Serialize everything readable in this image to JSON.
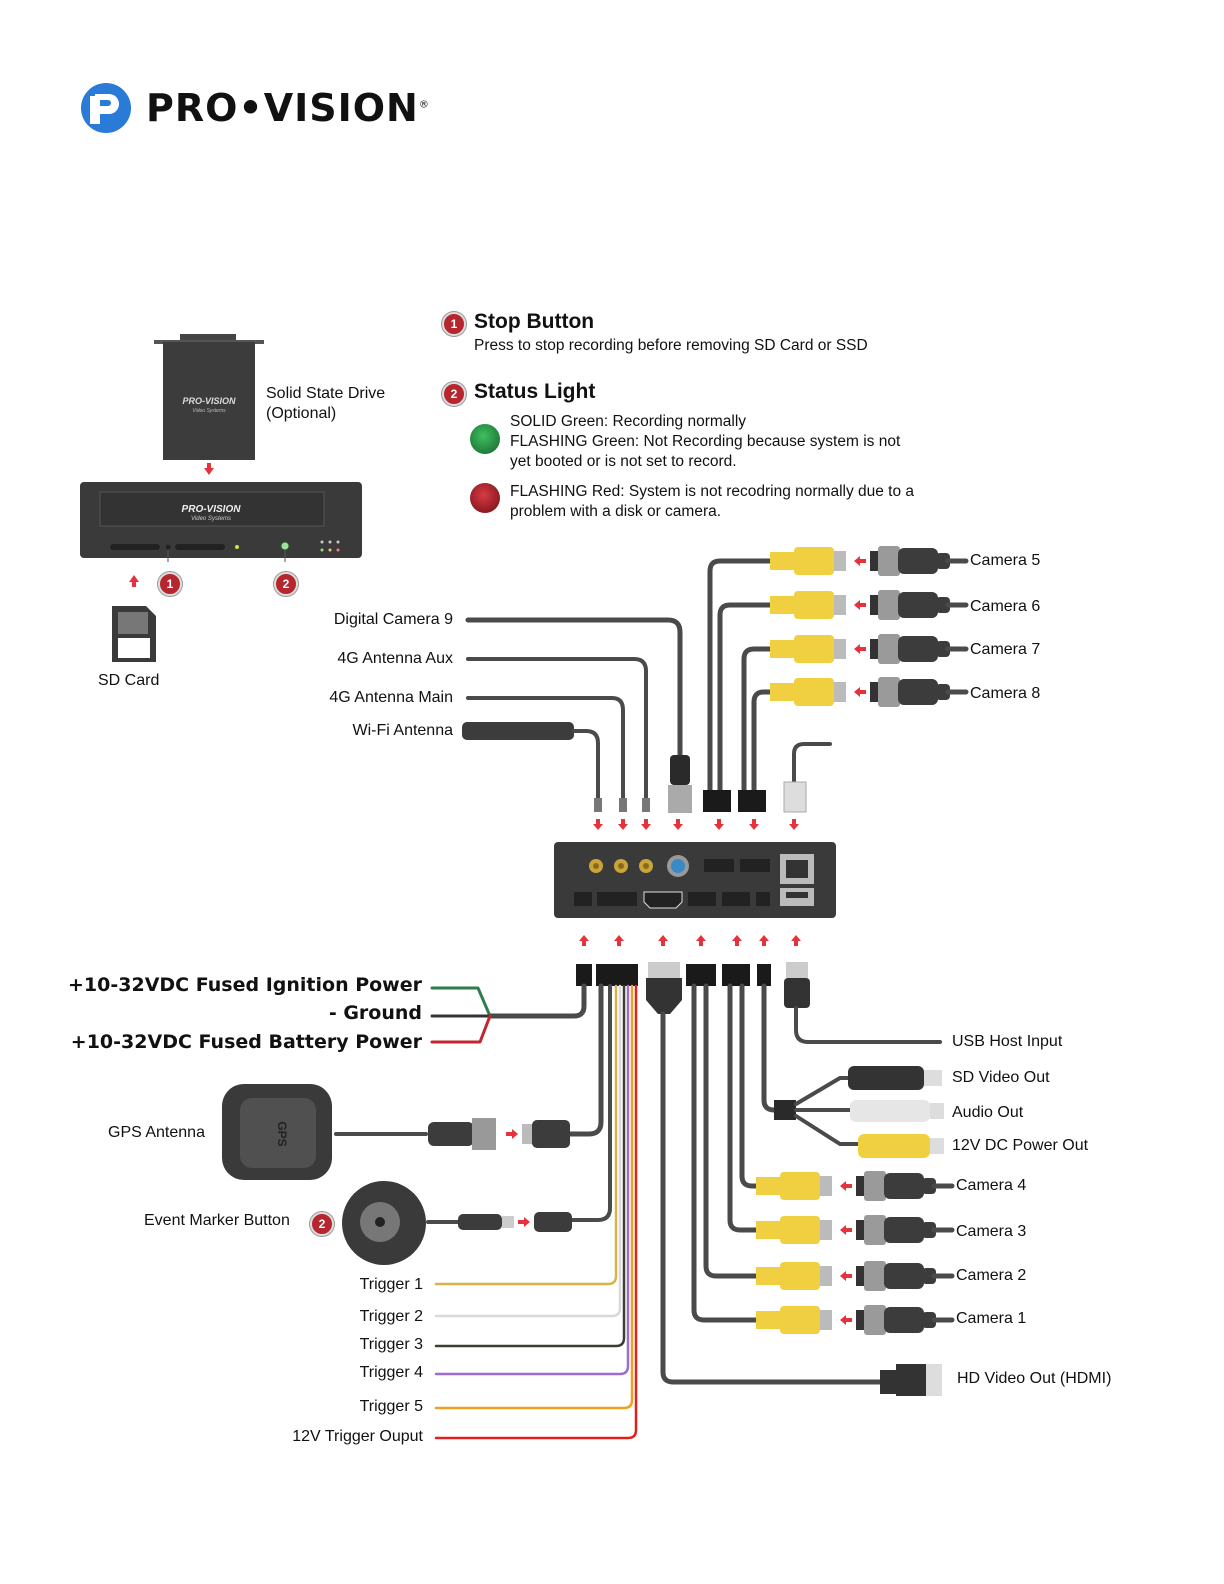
{
  "brand": {
    "name": "PRO•VISION",
    "registered": "®",
    "logo_color": "#2a7ad8",
    "device_brand": "PRO-VISION",
    "device_sub": "Video Systems"
  },
  "legend": {
    "stop_button": {
      "number": "1",
      "title": "Stop Button",
      "description": "Press to stop recording before removing SD Card or SSD"
    },
    "status_light": {
      "number": "2",
      "title": "Status Light",
      "states": [
        {
          "color": "#2e9b4a",
          "lines": [
            "SOLID Green: Recording normally",
            "FLASHING Green: Not Recording because system is not",
            "yet booted or is not set to record."
          ]
        },
        {
          "color": "#b8232e",
          "lines": [
            "FLASHING Red: System is not recodring normally due to a",
            "problem with a disk or camera."
          ]
        }
      ]
    }
  },
  "front_panel": {
    "ssd_label": [
      "Solid State Drive",
      "(Optional)"
    ],
    "sd_card_label": "SD Card",
    "callouts": [
      "1",
      "2"
    ]
  },
  "top_connections": {
    "left": [
      "Digital Camera 9",
      "4G Antenna Aux",
      "4G Antenna Main",
      "Wi-Fi Antenna"
    ],
    "right": [
      "Camera 5",
      "Camera 6",
      "Camera 7",
      "Camera 8"
    ]
  },
  "bottom_connections": {
    "power": [
      {
        "label": "+10-32VDC Fused Ignition Power",
        "color": "#2e7d4f"
      },
      {
        "label": "- Ground",
        "color": "#333333"
      },
      {
        "label": "+10-32VDC Fused Battery Power",
        "color": "#c0262d"
      }
    ],
    "gps_label": "GPS Antenna",
    "gps_glyph": "GPS",
    "event_marker_label": "Event Marker Button",
    "event_marker_callout": "2",
    "triggers": [
      {
        "label": "Trigger 1",
        "color": "#d8b24a"
      },
      {
        "label": "Trigger 2",
        "color": "#d9d9d9"
      },
      {
        "label": "Trigger 3",
        "color": "#3d3d33"
      },
      {
        "label": "Trigger 4",
        "color": "#9a6ed0"
      },
      {
        "label": "Trigger 5",
        "color": "#f0a020"
      },
      {
        "label": "12V Trigger Ouput",
        "color": "#e0201c"
      }
    ],
    "right": [
      "USB Host Input",
      "SD Video Out",
      "Audio Out",
      "12V DC Power Out",
      "Camera 4",
      "Camera 3",
      "Camera 2",
      "Camera 1",
      "HD Video Out (HDMI)"
    ]
  },
  "colors": {
    "cable": "#4a4a4a",
    "arrow": "#e5323c",
    "rca_yellow": "#f0d040",
    "device_body": "#3a3a3a"
  }
}
